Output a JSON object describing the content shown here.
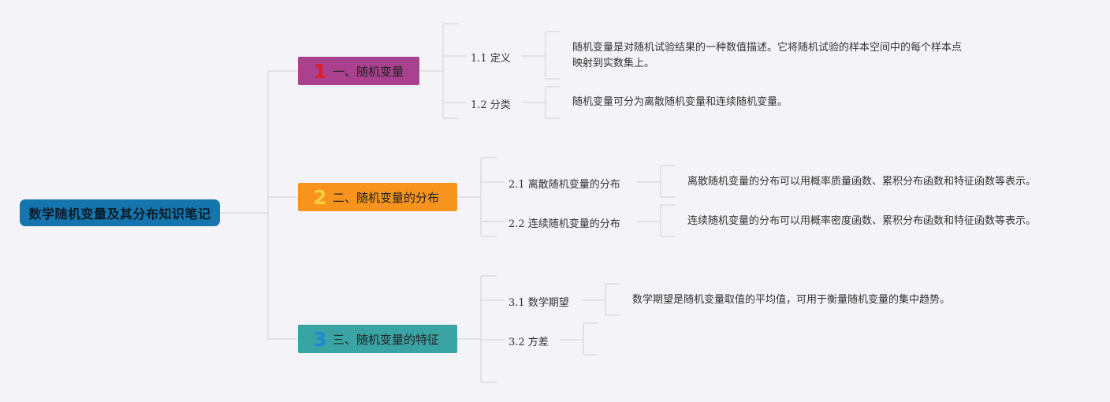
{
  "root": {
    "label": "数学随机变量及其分布知识笔记"
  },
  "branches": [
    {
      "badge": "1",
      "label": "一、随机变量",
      "color": "#a9418e",
      "children": [
        {
          "num": "1.1",
          "label": "定义",
          "desc": "随机变量是对随机试验结果的一种数值描述。它将随机试验的样本空间中的每个样本点映射到实数集上。"
        },
        {
          "num": "1.2",
          "label": "分类",
          "desc": "随机变量可分为离散随机变量和连续随机变量。"
        }
      ]
    },
    {
      "badge": "2",
      "label": "二、随机变量的分布",
      "color": "#f7941d",
      "children": [
        {
          "num": "2.1",
          "label": "离散随机变量的分布",
          "desc": "离散随机变量的分布可以用概率质量函数、累积分布函数和特征函数等表示。"
        },
        {
          "num": "2.2",
          "label": "连续随机变量的分布",
          "desc": "连续随机变量的分布可以用概率密度函数、累积分布函数和特征函数等表示。"
        }
      ]
    },
    {
      "badge": "3",
      "label": "三、随机变量的特征",
      "color": "#3aa3a3",
      "children": [
        {
          "num": "3.1",
          "label": "数学期望",
          "desc": "数学期望是随机变量取值的平均值，可用于衡量随机变量的集中趋势。"
        },
        {
          "num": "3.2",
          "label": "方差",
          "desc": ""
        }
      ]
    }
  ]
}
